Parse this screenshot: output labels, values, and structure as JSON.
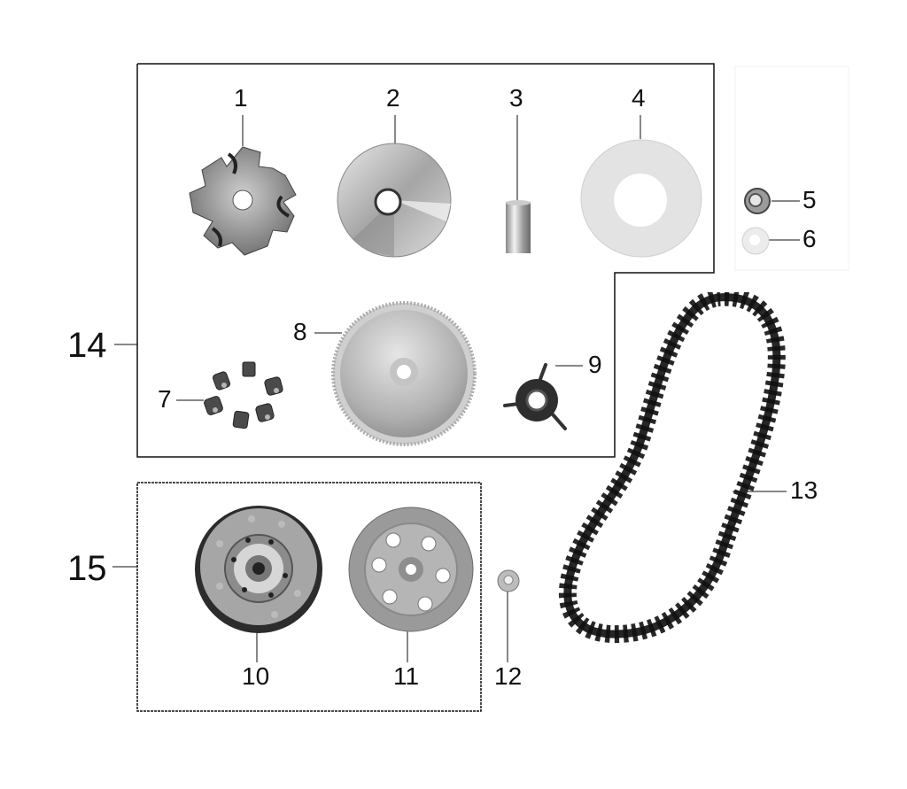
{
  "diagram": {
    "type": "exploded-parts-diagram",
    "groups": [
      {
        "id": "14",
        "label": "14",
        "member_parts": [
          "1",
          "2",
          "3",
          "4",
          "7",
          "8",
          "9"
        ]
      },
      {
        "id": "15",
        "label": "15",
        "member_parts": [
          "10",
          "11"
        ]
      }
    ],
    "parts": [
      {
        "id": "1",
        "label": "1",
        "shape": "ramp-plate"
      },
      {
        "id": "2",
        "label": "2",
        "shape": "sheave-cone"
      },
      {
        "id": "3",
        "label": "3",
        "shape": "bushing-sleeve"
      },
      {
        "id": "4",
        "label": "4",
        "shape": "flat-washer-large"
      },
      {
        "id": "5",
        "label": "5",
        "shape": "nut"
      },
      {
        "id": "6",
        "label": "6",
        "shape": "washer-small"
      },
      {
        "id": "7",
        "label": "7",
        "shape": "roller-weights-set"
      },
      {
        "id": "8",
        "label": "8",
        "shape": "toothed-fan-pulley"
      },
      {
        "id": "9",
        "label": "9",
        "shape": "slider-guide"
      },
      {
        "id": "10",
        "label": "10",
        "shape": "clutch-assembly"
      },
      {
        "id": "11",
        "label": "11",
        "shape": "clutch-bell"
      },
      {
        "id": "12",
        "label": "12",
        "shape": "nut"
      },
      {
        "id": "13",
        "label": "13",
        "shape": "drive-belt"
      }
    ]
  },
  "labels": {
    "p1": "1",
    "p2": "2",
    "p3": "3",
    "p4": "4",
    "p5": "5",
    "p6": "6",
    "p7": "7",
    "p8": "8",
    "p9": "9",
    "p10": "10",
    "p11": "11",
    "p12": "12",
    "p13": "13",
    "g14": "14",
    "g15": "15"
  },
  "colors": {
    "line": "#111111",
    "metal_light": "#d8d8d8",
    "metal_mid": "#a8a8a8",
    "metal_dark": "#6a6a6a",
    "rubber": "#2a2a2a"
  }
}
